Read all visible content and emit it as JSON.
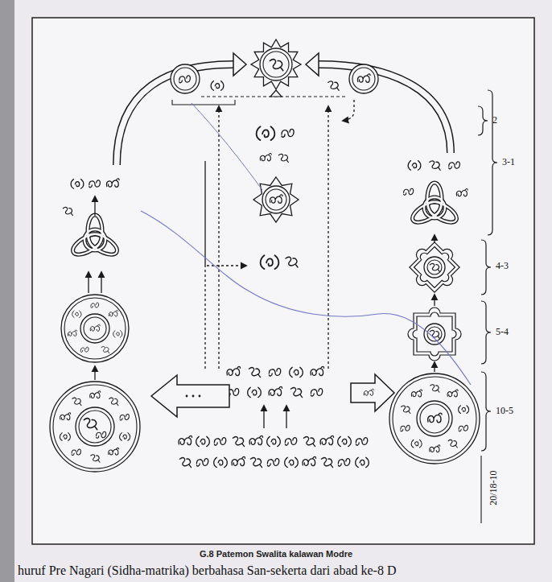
{
  "diagram": {
    "caption": "G.8 Patemon Swalita kalawan Modre",
    "labels": [
      "2",
      "3-1",
      "4-3",
      "5-4",
      "10-5",
      "20/18-10",
      "huruf Pre Nagari (Sidha-matrika) berbahasa San-sekerta dari abad ke-8 D"
    ]
  }
}
